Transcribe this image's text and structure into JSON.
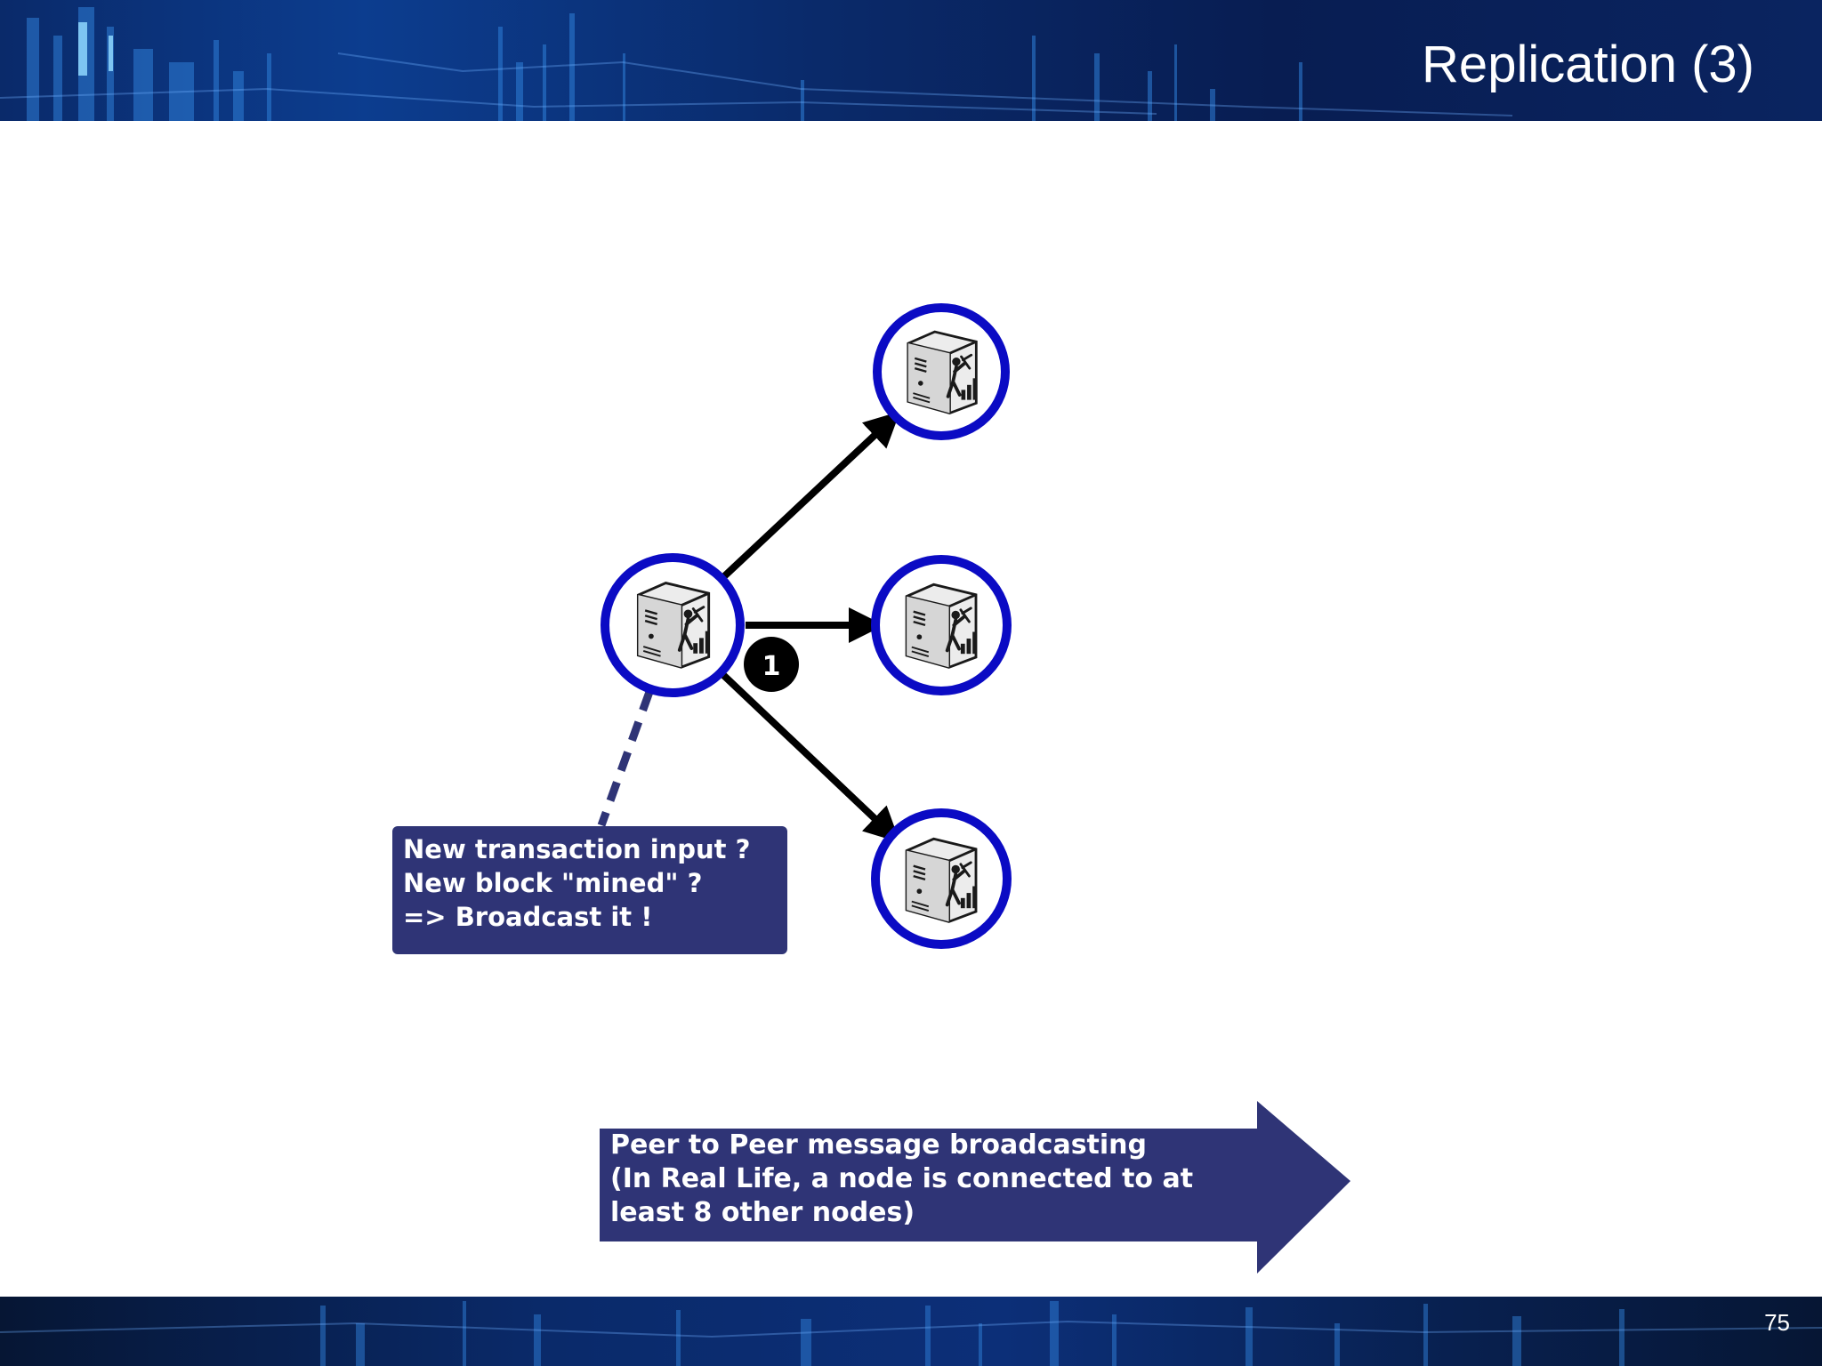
{
  "slide": {
    "title": "Replication (3)",
    "page_number": "75"
  },
  "diagram": {
    "nodes": [
      {
        "id": "source",
        "icon": "miner-server-icon"
      },
      {
        "id": "peer-top",
        "icon": "miner-server-icon"
      },
      {
        "id": "peer-middle",
        "icon": "miner-server-icon"
      },
      {
        "id": "peer-bottom",
        "icon": "miner-server-icon"
      }
    ],
    "edges": [
      {
        "from": "source",
        "to": "peer-top"
      },
      {
        "from": "source",
        "to": "peer-middle"
      },
      {
        "from": "source",
        "to": "peer-bottom"
      }
    ],
    "step_badge": "1",
    "callout": {
      "lines": [
        "New transaction input ?",
        "New block \"mined\" ?",
        "=> Broadcast it !"
      ]
    },
    "arrow_banner": {
      "lines": [
        "Peer to Peer message broadcasting",
        "(In Real Life, a node is connected to at",
        "least 8 other nodes)"
      ]
    }
  },
  "colors": {
    "node_ring": "#0b0bc4",
    "box_fill": "#2f3476",
    "edge": "#000000",
    "text_light": "#ffffff"
  }
}
